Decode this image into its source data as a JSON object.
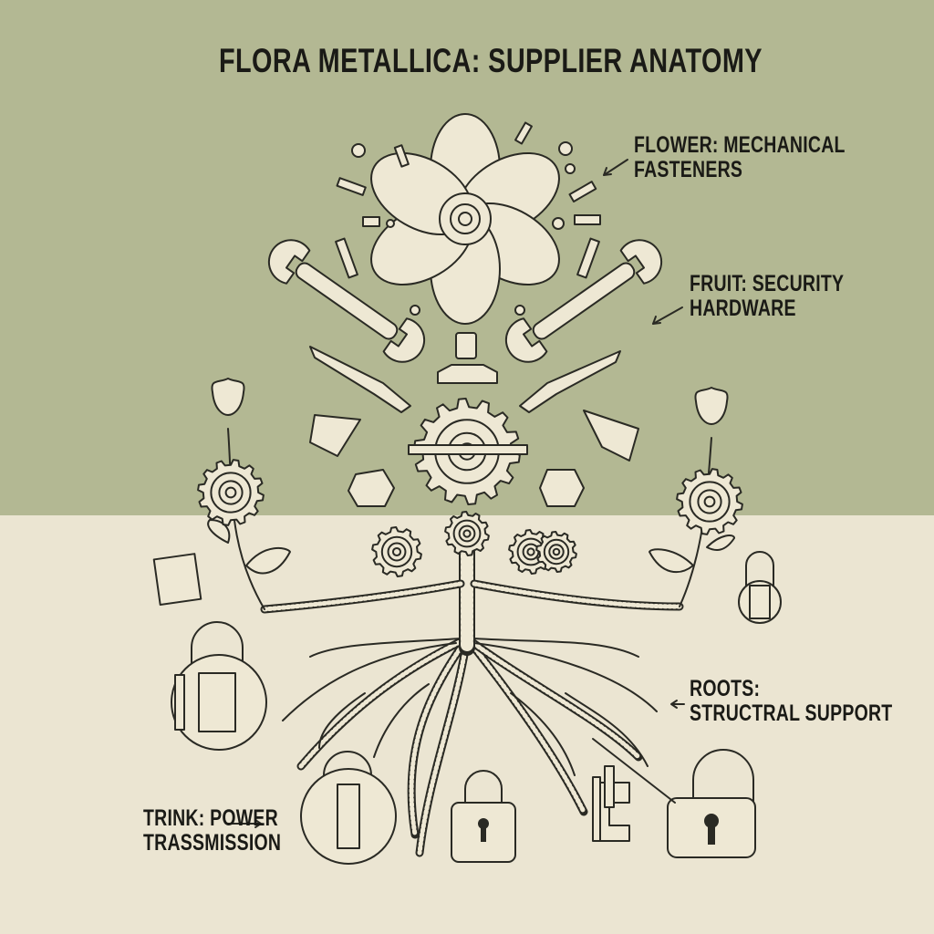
{
  "title": "FLORA METALLICA: SUPPLIER ANATOMY",
  "labels": {
    "flower": {
      "line1": "FLOWER: MECHANICAL",
      "line2": "FASTENERS"
    },
    "fruit": {
      "line1": "FRUIT: SECURITY",
      "line2": "HARDWARE"
    },
    "roots": {
      "line1": "ROOTS:",
      "line2": "STRUCTRAL SUPPORT"
    },
    "trunk": {
      "line1": "TRINK: POWER",
      "line2": "TRASSMISSION"
    }
  },
  "colors": {
    "top_background": "#b3b893",
    "bottom_background": "#ebe5d2",
    "ink": "#2a2a24",
    "fill": "#eee8d4"
  }
}
